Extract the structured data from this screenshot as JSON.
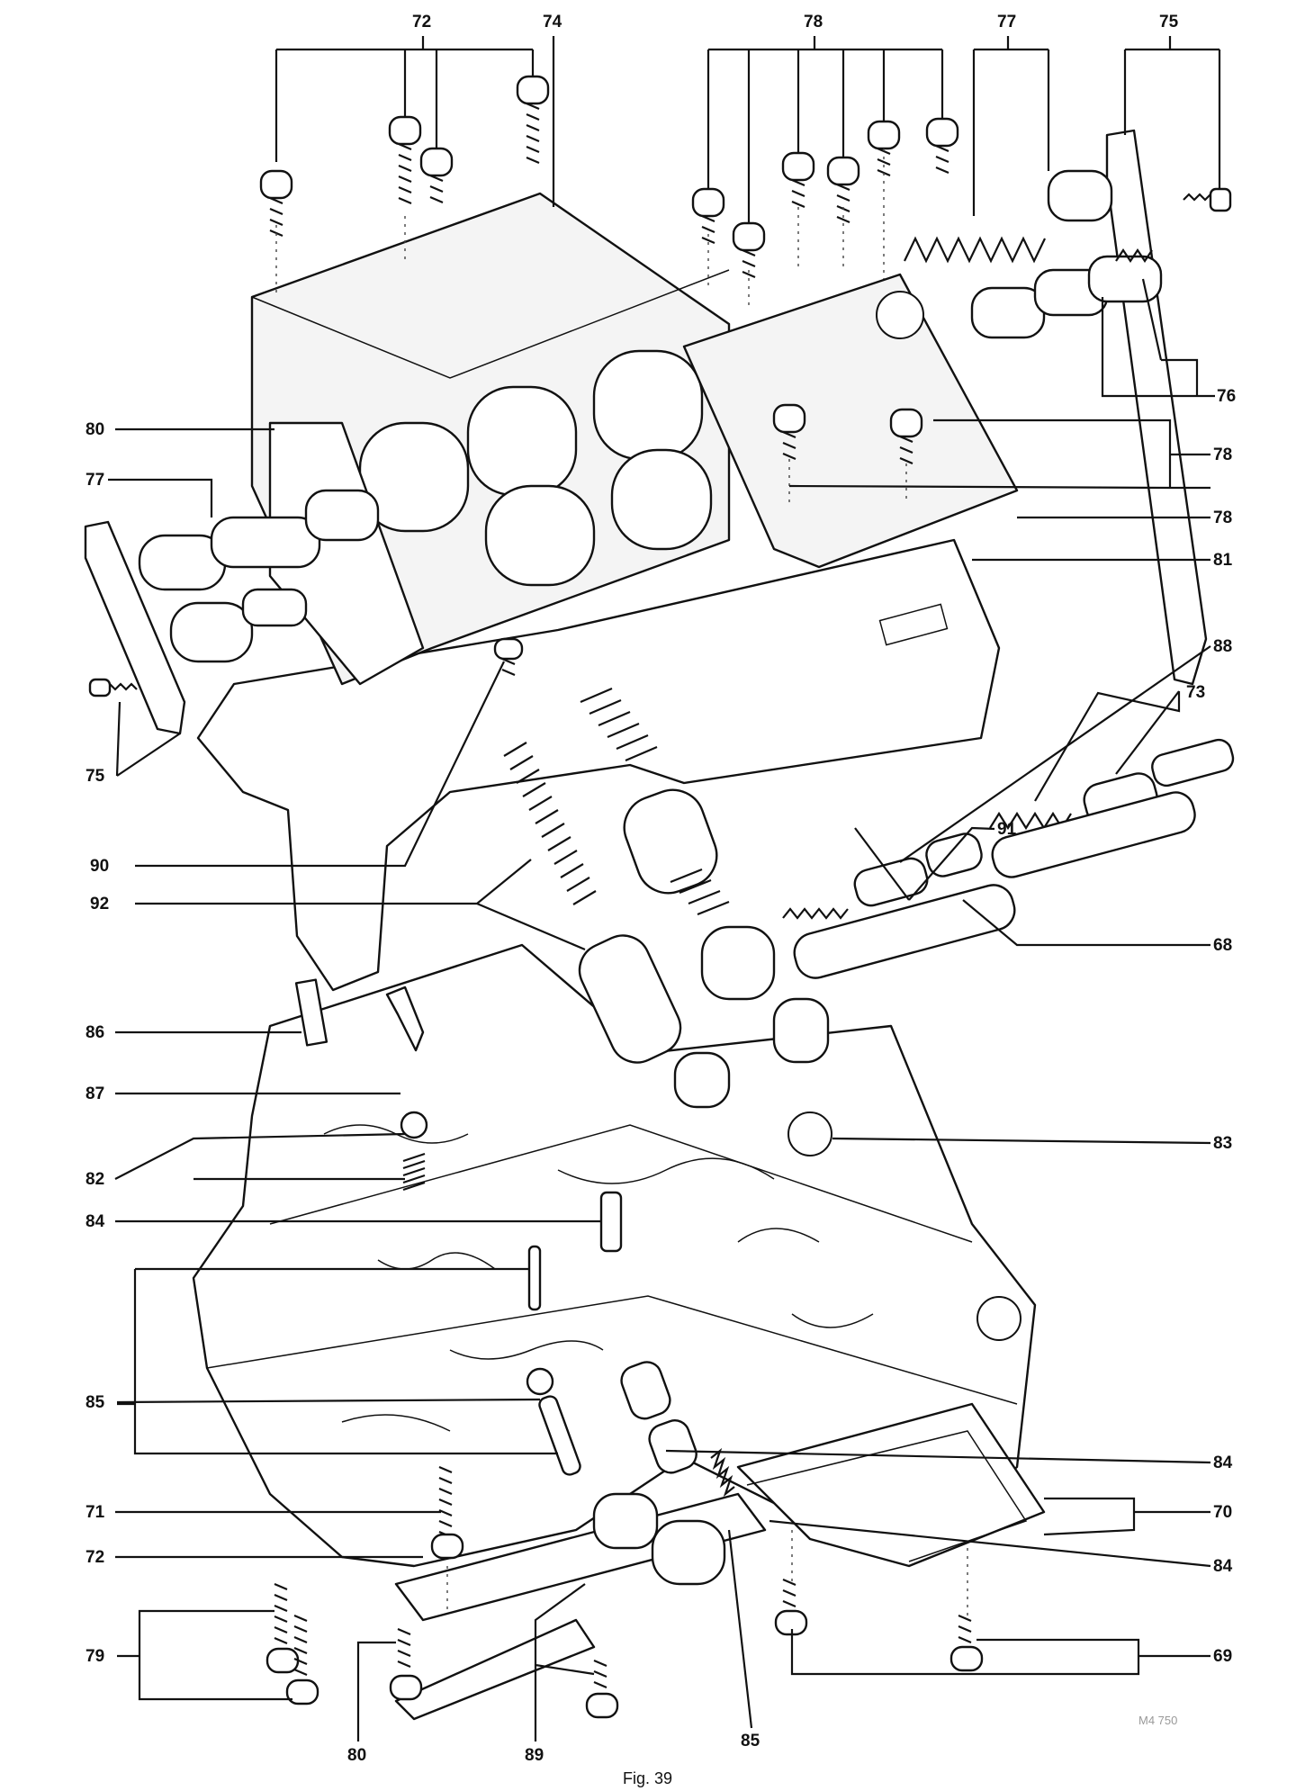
{
  "figure_caption": "Fig. 39",
  "figure_code": "M4 750",
  "labels": {
    "l72_top": "72",
    "l74": "74",
    "l78_top": "78",
    "l77_top": "77",
    "l75_top": "75",
    "l76": "76",
    "l78_r1": "78",
    "l78_r2": "78",
    "l81": "81",
    "l80_left": "80",
    "l77_left": "77",
    "l75_left": "75",
    "l88": "88",
    "l73": "73",
    "l91": "91",
    "l90": "90",
    "l92": "92",
    "l68": "68",
    "l86": "86",
    "l87": "87",
    "l83": "83",
    "l82": "82",
    "l84_a": "84",
    "l85_a": "85",
    "l84_b": "84",
    "l70": "70",
    "l71": "71",
    "l72_b": "72",
    "l84_c": "84",
    "l69": "69",
    "l79": "79",
    "l80_b": "80",
    "l89": "89",
    "l85_b": "85"
  }
}
